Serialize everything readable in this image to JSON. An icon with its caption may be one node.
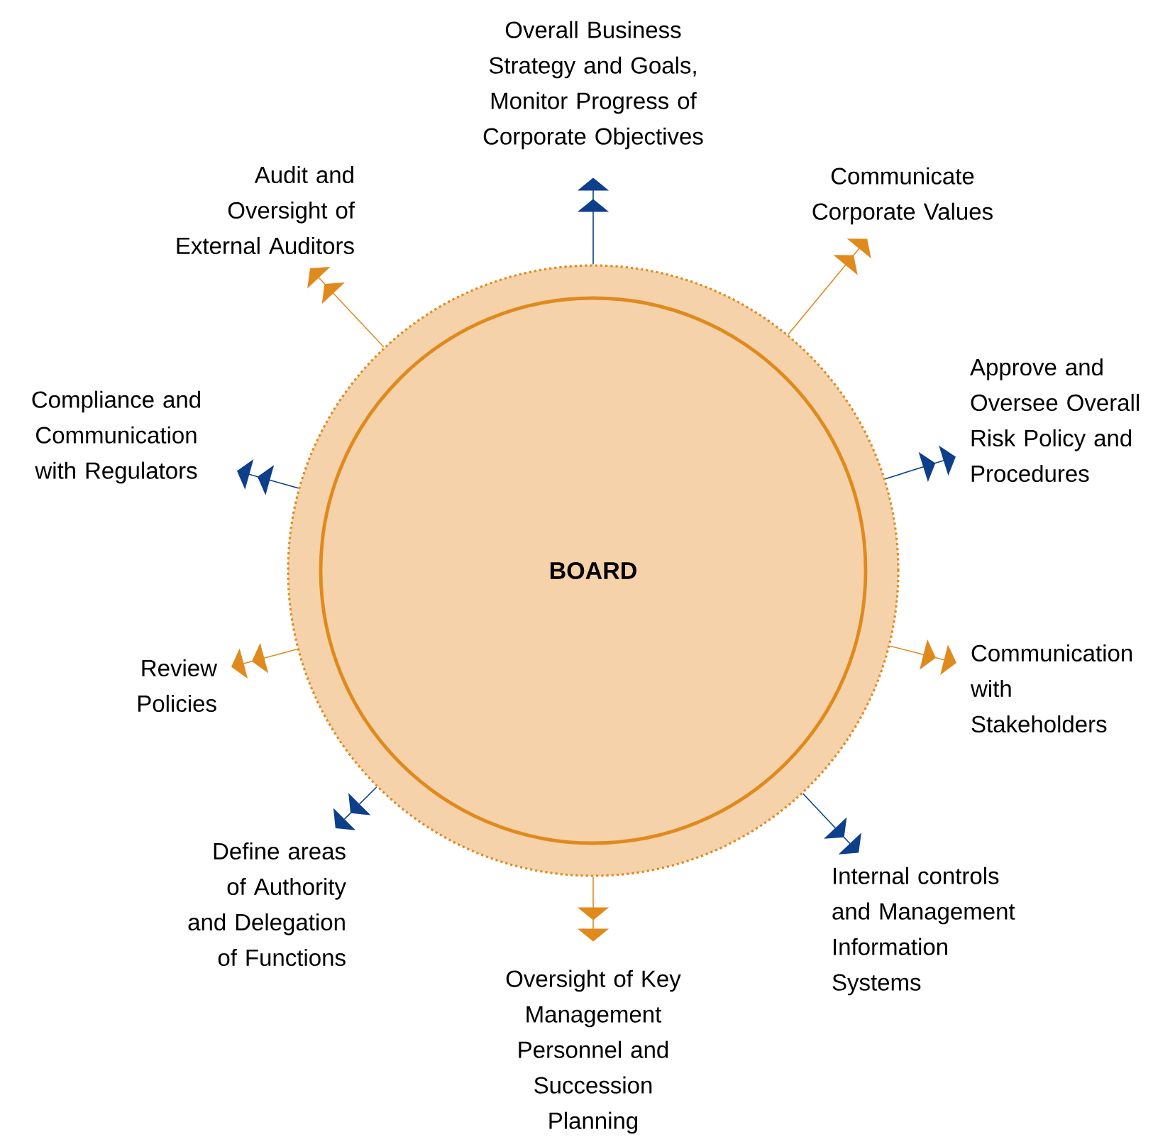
{
  "diagram": {
    "nodes": [
      {
        "text": [
          "BOARD"
        ]
      },
      {
        "text": [
          "Overall Business Strategy and Goals, Monitor Progress of Corporate Objectives"
        ]
      },
      {
        "text": [
          "Communicate Corporate Values"
        ]
      },
      {
        "text": [
          "Approve and Oversee Overall Risk Policy and Procedures"
        ]
      },
      {
        "text": [
          "Communication with Stakeholders"
        ]
      },
      {
        "text": [
          "Internal controls and Management Information Systems"
        ]
      },
      {
        "text": [
          "Oversight of Key Management Personnel and Succession Planning"
        ]
      },
      {
        "text": [
          "Define areas of Authority and Delegation of Functions"
        ]
      },
      {
        "text": [
          "Review Policies"
        ]
      },
      {
        "text": [
          "Compliance and Communication with Regulators"
        ]
      },
      {
        "text": [
          "Audit and Oversight of External Auditors"
        ]
      }
    ],
    "edges": [
      {
        "from": 0,
        "to": 1,
        "arrow": "to",
        "color": "#0d3f8b"
      },
      {
        "from": 0,
        "to": 2,
        "arrow": "to",
        "color": "#e08a1e"
      },
      {
        "from": 0,
        "to": 3,
        "arrow": "to",
        "color": "#0d3f8b"
      },
      {
        "from": 0,
        "to": 4,
        "arrow": "to",
        "color": "#e08a1e"
      },
      {
        "from": 0,
        "to": 5,
        "arrow": "to",
        "color": "#0d3f8b"
      },
      {
        "from": 0,
        "to": 6,
        "arrow": "to",
        "color": "#e08a1e"
      },
      {
        "from": 0,
        "to": 7,
        "arrow": "to",
        "color": "#0d3f8b"
      },
      {
        "from": 0,
        "to": 8,
        "arrow": "to",
        "color": "#e08a1e"
      },
      {
        "from": 0,
        "to": 9,
        "arrow": "to",
        "color": "#0d3f8b"
      },
      {
        "from": 0,
        "to": 10,
        "arrow": "to",
        "color": "#e08a1e"
      }
    ]
  }
}
